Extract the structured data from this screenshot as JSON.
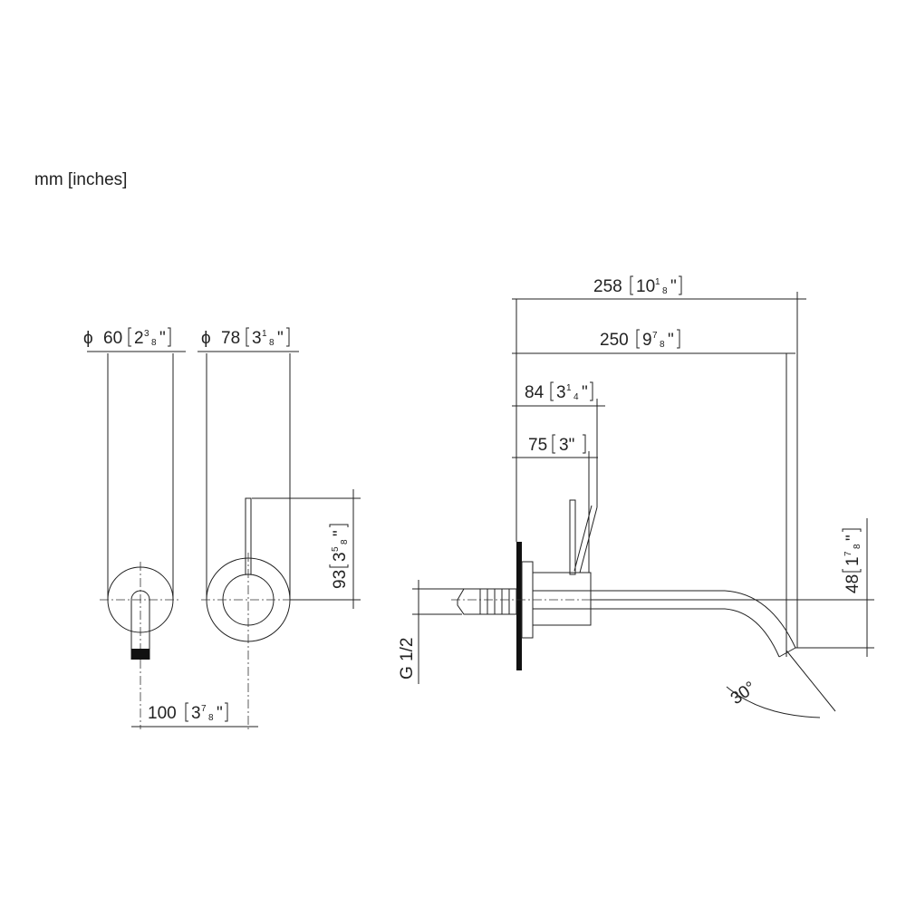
{
  "units_label": "mm [inches]",
  "dimensions": {
    "d60": {
      "sym": "ϕ",
      "mm": "60",
      "whole": "2",
      "num": "3",
      "den": "8",
      "q": "\""
    },
    "d78": {
      "sym": "ϕ",
      "mm": "78",
      "whole": "3",
      "num": "1",
      "den": "8",
      "q": "\""
    },
    "h93": {
      "mm": "93",
      "whole": "3",
      "num": "5",
      "den": "8",
      "q": "\""
    },
    "w100": {
      "mm": "100",
      "whole": "3",
      "num": "7",
      "den": "8",
      "q": "\""
    },
    "w258": {
      "mm": "258",
      "whole": "10",
      "num": "1",
      "den": "8",
      "q": "\""
    },
    "w250": {
      "mm": "250",
      "whole": "9",
      "num": "7",
      "den": "8",
      "q": "\""
    },
    "w84": {
      "mm": "84",
      "whole": "3",
      "num": "1",
      "den": "4",
      "q": "\""
    },
    "w75": {
      "mm": "75",
      "inch": "3\""
    },
    "h48": {
      "mm": "48",
      "whole": "1",
      "num": "7",
      "den": "8",
      "q": "\""
    },
    "thread": "G 1/2",
    "angle": "30°"
  }
}
